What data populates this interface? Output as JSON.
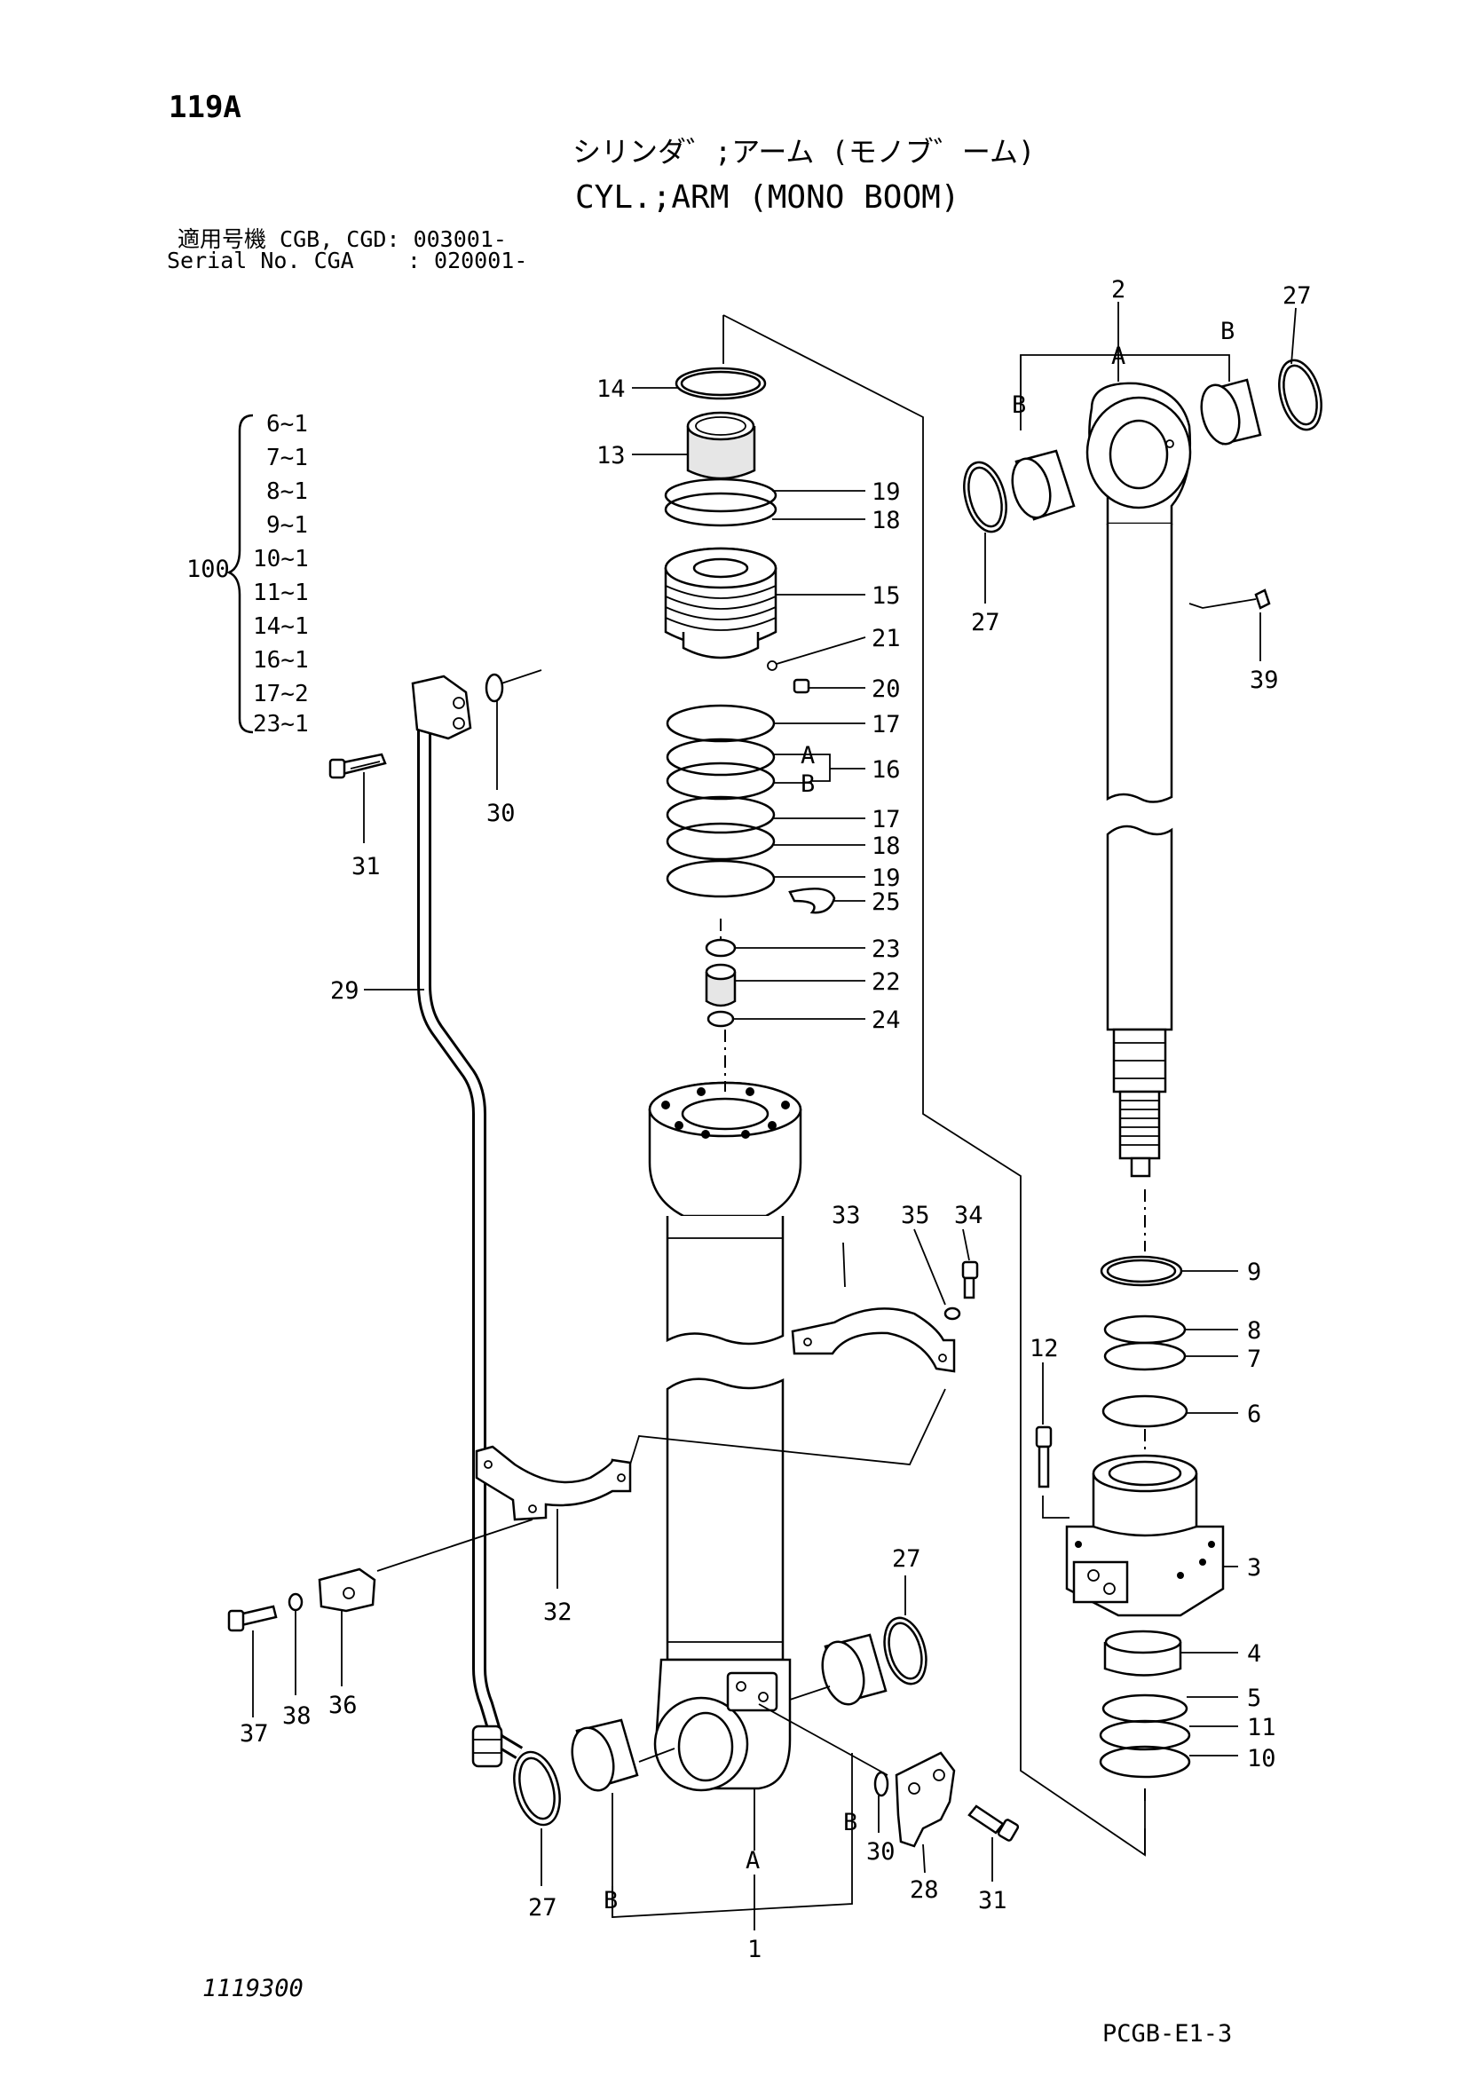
{
  "header": {
    "page_id": "119A",
    "title_jp": "シリンダ゛;アーム (モノブ゛ーム)",
    "title_en": "CYL.;ARM (MONO BOOM)",
    "serial_line1": "適用号機 CGB, CGD: 003001-",
    "serial_line2": "Serial No. CGA    : 020001-"
  },
  "kit": {
    "number": "100",
    "items": [
      "6~1",
      "7~1",
      "8~1",
      "9~1",
      "10~1",
      "11~1",
      "14~1",
      "16~1",
      "17~2",
      "23~1"
    ]
  },
  "callouts": {
    "p1": "1",
    "p2": "2",
    "p3": "3",
    "p4": "4",
    "p5": "5",
    "p6": "6",
    "p7": "7",
    "p8": "8",
    "p9": "9",
    "p10": "10",
    "p11": "11",
    "p12": "12",
    "p13": "13",
    "p14": "14",
    "p15": "15",
    "p16": "16",
    "p17a": "17",
    "p17b": "17",
    "p18a": "18",
    "p18b": "18",
    "p19a": "19",
    "p19b": "19",
    "p20": "20",
    "p21": "21",
    "p22": "22",
    "p23": "23",
    "p24": "24",
    "p25": "25",
    "p27a": "27",
    "p27b": "27",
    "p27c": "27",
    "p27d": "27",
    "p28": "28",
    "p29": "29",
    "p30a": "30",
    "p30b": "30",
    "p31a": "31",
    "p31b": "31",
    "p32": "32",
    "p33": "33",
    "p34": "34",
    "p35": "35",
    "p36": "36",
    "p37": "37",
    "p38": "38",
    "p39": "39",
    "A": "A",
    "B": "B"
  },
  "footer": {
    "drawing_no": "1119300",
    "page_code": "PCGB-E1-3"
  }
}
